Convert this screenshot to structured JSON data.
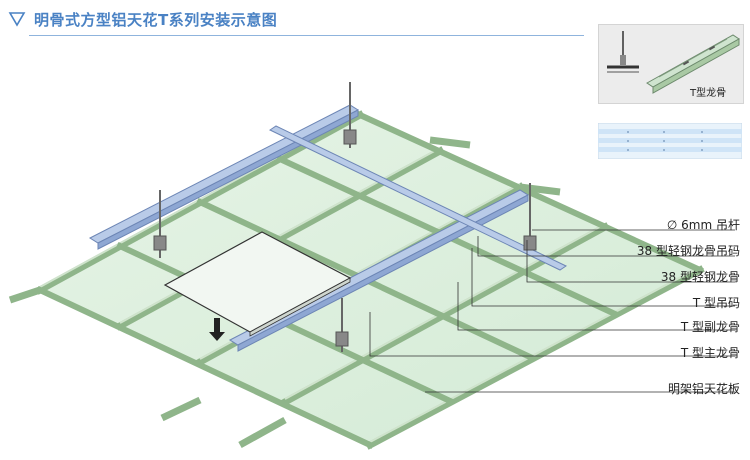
{
  "title": "明骨式方型铝天花T系列安装示意图",
  "inset": {
    "label": "T型龙骨",
    "icon": "t-profile-icon"
  },
  "labels": [
    {
      "key": "rod",
      "text": "∅ 6mm 吊杆"
    },
    {
      "key": "hanger38",
      "text": "38 型轻钢龙骨吊码"
    },
    {
      "key": "keel38",
      "text": "38 型轻钢龙骨"
    },
    {
      "key": "tclip",
      "text": "T 型吊码"
    },
    {
      "key": "tsub",
      "text": "T 型副龙骨"
    },
    {
      "key": "tmain",
      "text": "T 型主龙骨"
    },
    {
      "key": "panel",
      "text": "明架铝天花板"
    }
  ],
  "colors": {
    "accent": "#4a82c4",
    "grid": "#a9c9a4",
    "panel": "#dff0e0",
    "channel": "#9fb6dc",
    "leader": "#333333"
  }
}
